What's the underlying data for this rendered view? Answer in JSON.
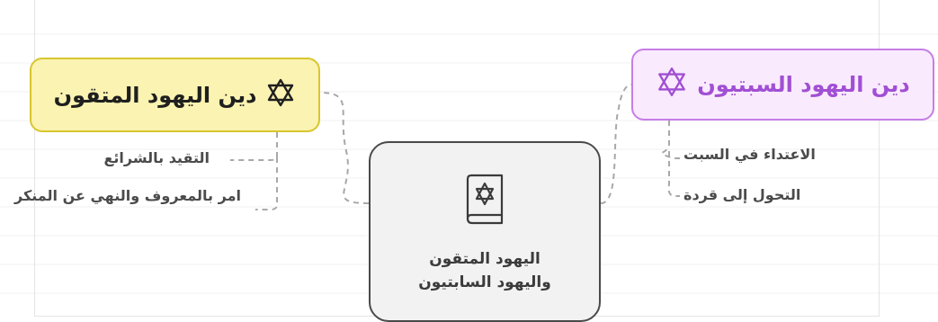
{
  "central": {
    "line1": "اليهود المتقون",
    "line2": "واليهود السابتيون",
    "icon": "torah-book-star-icon"
  },
  "left_branch": {
    "title": "دين اليهود المتقون",
    "icon": "star-of-david-icon",
    "colors": {
      "fill": "#fbf3b1",
      "border": "#d8c62e"
    },
    "items": [
      "التقيد بالشرائع",
      "امر بالمعروف والنهي عن المنكر"
    ]
  },
  "right_branch": {
    "title": "دين اليهود السبتيون",
    "icon": "star-of-david-icon",
    "colors": {
      "fill": "#f9ebfd",
      "border": "#c77de6",
      "text": "#a14fd4"
    },
    "items": [
      "الاعتداء في السبت",
      "التحول إلى قردة"
    ]
  }
}
